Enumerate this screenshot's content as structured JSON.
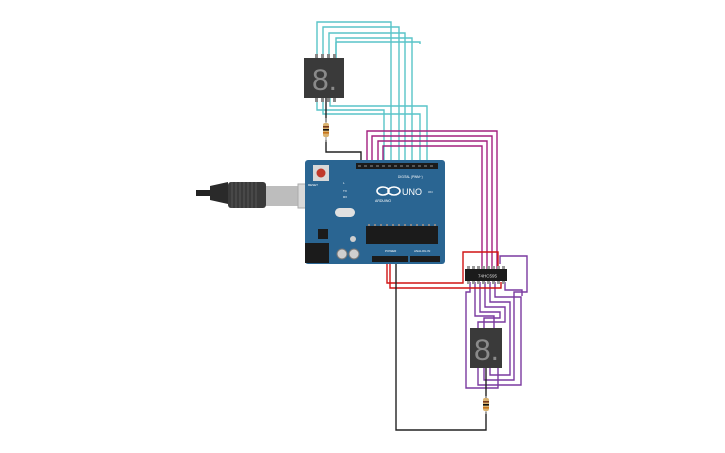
{
  "board": {
    "brand_word": "UNO",
    "logo_text": "ARDUINO",
    "digital_header": "DIGITAL (PWM~)",
    "power_header": "POWER",
    "analog_header": "ANALOG IN",
    "reset_label": "RESET",
    "tx_label": "TX",
    "rx_label": "RX",
    "l_label": "L",
    "on_label": "ON"
  },
  "shift_register": {
    "label": "74HC595"
  },
  "displays": {
    "top_digit": "8.",
    "bottom_digit": "8."
  },
  "wire_colors": {
    "cyan": "#59c4c8",
    "magenta": "#a3207f",
    "purple": "#7a3aa0",
    "red": "#d01414",
    "black": "#222222",
    "board_blue": "#2a6592"
  }
}
